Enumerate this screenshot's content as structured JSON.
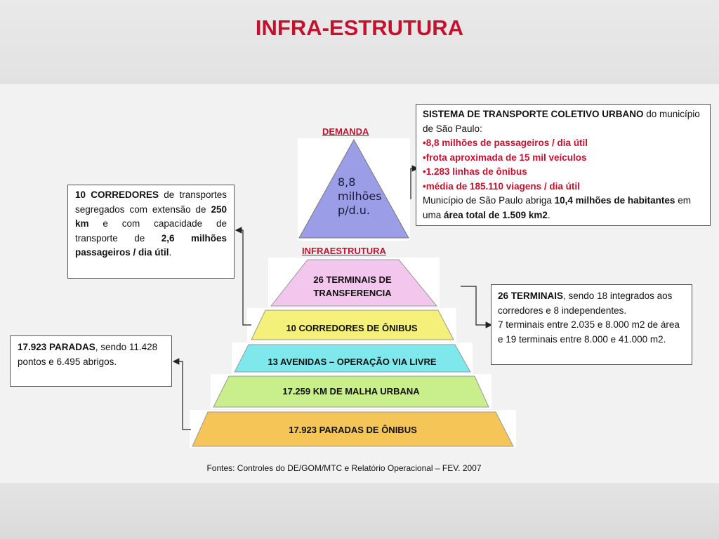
{
  "title": "INFRA-ESTRUTURA",
  "demanda": {
    "label": "DEMANDA",
    "line1": "8,8",
    "line2": "milhões",
    "line3": "p/d.u."
  },
  "infraestrutura_label": "INFRAESTRUTURA",
  "pyramid": {
    "level1_line1": "26 TERMINAIS DE",
    "level1_line2": "TRANSFERENCIA",
    "level2": "10 CORREDORES DE ÔNIBUS",
    "level3": "13 AVENIDAS – OPERAÇÃO VIA LIVRE",
    "level4": "17.259 KM DE MALHA URBANA",
    "level5": "17.923 PARADAS DE ÔNIBUS"
  },
  "colors": {
    "title_red": "#c8102e",
    "triangle_fill": "#9b9ee6",
    "level1_fill": "#f3c6ee",
    "level2_fill": "#f4f079",
    "level3_fill": "#7fe8ec",
    "level4_fill": "#c9ef8c",
    "level5_fill": "#f5c558"
  },
  "sistema_box": {
    "heading_bold": "SISTEMA DE TRANSPORTE COLETIVO URBANO",
    "heading_rest": " do município de São Paulo:",
    "bullet1": "•8,8 milhões de passageiros / dia útil",
    "bullet2": "•frota aproximada de 15 mil veículos",
    "bullet3": "•1.283 linhas de ônibus",
    "bullet4": "•média de 185.110 viagens / dia útil",
    "tail_pre": "Município de São Paulo abriga ",
    "tail_bold1": "10,4 milhões de habitantes",
    "tail_mid": " em uma ",
    "tail_bold2": "área total de 1.509 km2",
    "tail_end": "."
  },
  "corredores_box": {
    "bold1": "10 CORREDORES",
    "text1": " de transportes segregados com extensão de ",
    "bold2": "250 km",
    "text2": " e com capacidade de transporte de ",
    "bold3": "2,6 milhões passageiros / dia útil",
    "text3": "."
  },
  "terminais_box": {
    "bold": "26 TERMINAIS",
    "text1": ", sendo 18 integrados aos corredores e 8 independentes.",
    "text2": "7 terminais entre 2.035 e 8.000 m2 de área e 19 terminais entre 8.000 e 41.000 m2."
  },
  "paradas_box": {
    "bold": "17.923 PARADAS",
    "text": ", sendo 11.428 pontos e 6.495 abrigos."
  },
  "source": "Fontes: Controles do DE/GOM/MTC e Relatório Operacional – FEV. 2007"
}
